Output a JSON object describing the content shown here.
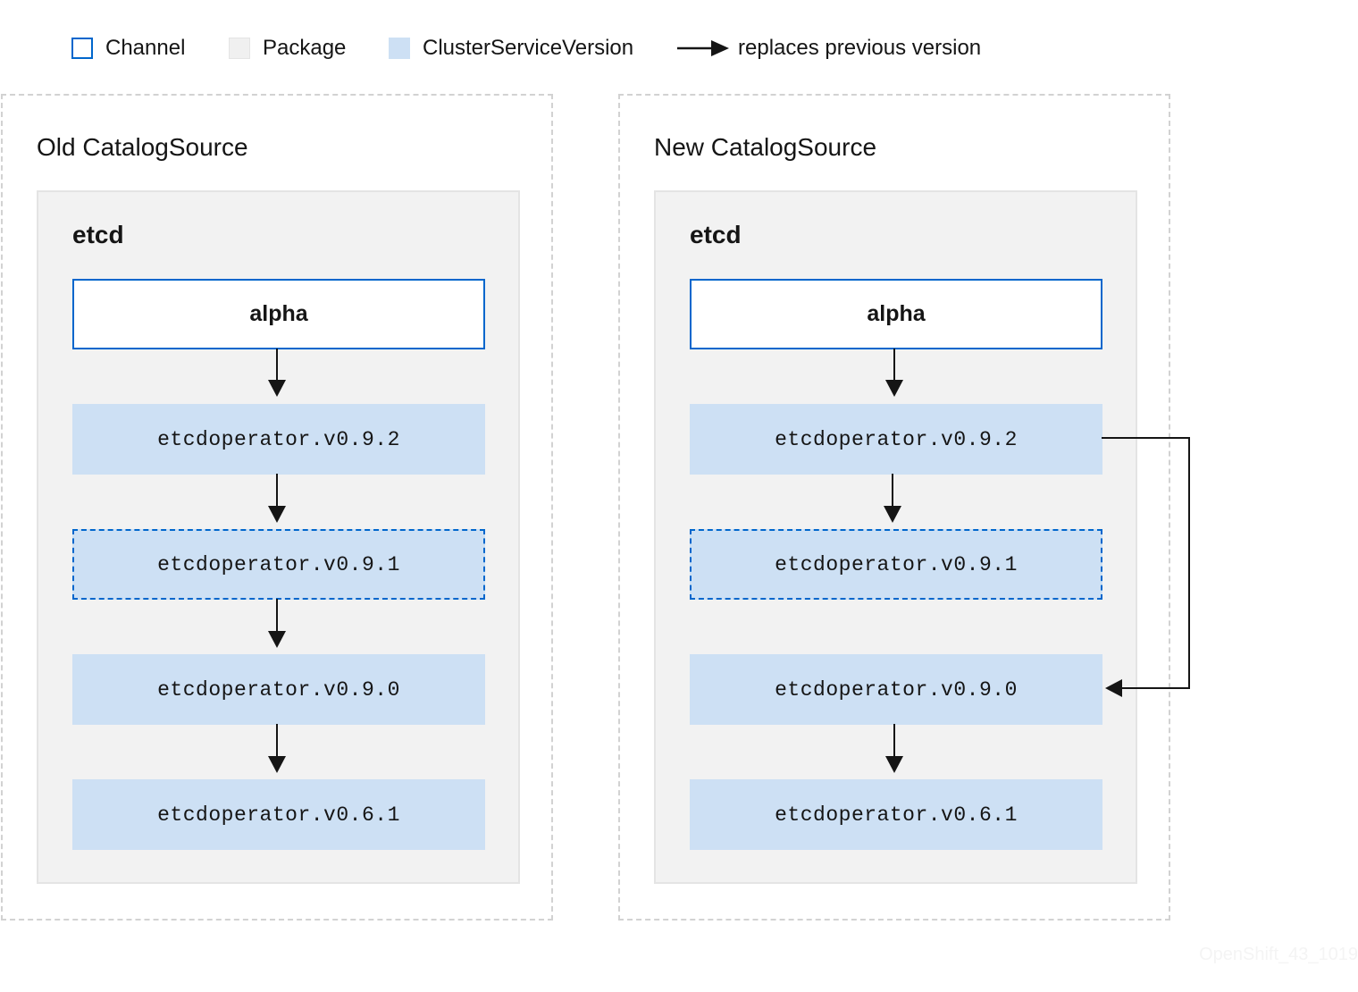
{
  "legend": {
    "channel": "Channel",
    "package": "Package",
    "csv": "ClusterServiceVersion",
    "replaces": "replaces previous version"
  },
  "catalogs": [
    {
      "title": "Old CatalogSource",
      "package": "etcd",
      "channel": "alpha",
      "versions": [
        "etcdoperator.v0.9.2",
        "etcdoperator.v0.9.1",
        "etcdoperator.v0.9.0",
        "etcdoperator.v0.6.1"
      ]
    },
    {
      "title": "New CatalogSource",
      "package": "etcd",
      "channel": "alpha",
      "versions": [
        "etcdoperator.v0.9.2",
        "etcdoperator.v0.9.1",
        "etcdoperator.v0.9.0",
        "etcdoperator.v0.6.1"
      ]
    }
  ],
  "watermark": "OpenShift_43_1019",
  "colors": {
    "channel_border": "#0066cc",
    "package_fill": "#f2f2f2",
    "csv_fill": "#cde0f4",
    "arrow": "#151515"
  }
}
